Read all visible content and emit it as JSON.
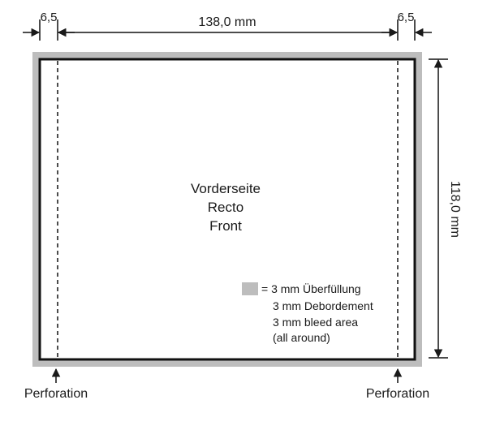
{
  "dimensions": {
    "width_label": "138,0 mm",
    "left_margin_label": "6,5",
    "right_margin_label": "6,5",
    "height_label": "118,0 mm"
  },
  "center_text": {
    "line1": "Vorderseite",
    "line2": "Recto",
    "line3": "Front"
  },
  "legend": {
    "line1": "= 3 mm Überfüllung",
    "line2": "3 mm Debordement",
    "line3": "3 mm bleed area",
    "line4": "(all around)",
    "swatch_color": "#bdbdbd"
  },
  "perforation": {
    "left_label": "Perforation",
    "right_label": "Perforation"
  }
}
